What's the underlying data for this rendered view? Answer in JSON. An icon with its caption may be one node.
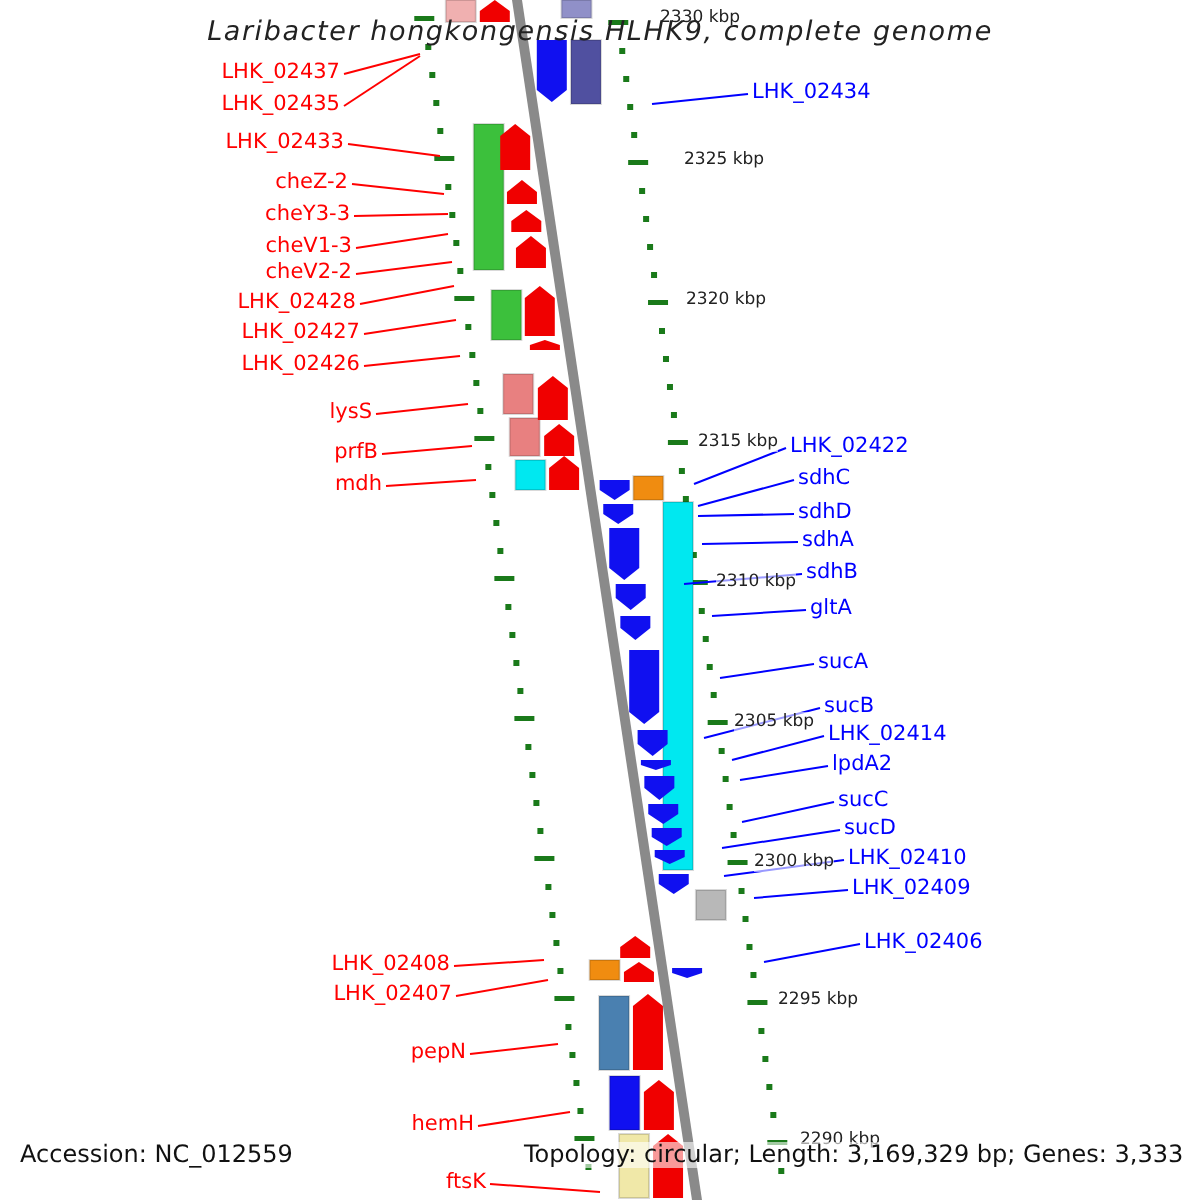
{
  "diagram": {
    "title": "Laribacter hongkongensis HLHK9, complete genome",
    "nodes": [
      {
        "text": [
          "LHK_02437"
        ]
      },
      {
        "text": [
          "LHK_02435"
        ]
      },
      {
        "text": [
          "LHK_02433"
        ]
      },
      {
        "text": [
          "cheZ-2"
        ]
      },
      {
        "text": [
          "cheY3-3"
        ]
      },
      {
        "text": [
          "cheV1-3"
        ]
      },
      {
        "text": [
          "cheV2-2"
        ]
      },
      {
        "text": [
          "LHK_02428"
        ]
      },
      {
        "text": [
          "LHK_02427"
        ]
      },
      {
        "text": [
          "LHK_02426"
        ]
      },
      {
        "text": [
          "lysS"
        ]
      },
      {
        "text": [
          "prfB"
        ]
      },
      {
        "text": [
          "mdh"
        ]
      },
      {
        "text": [
          "LHK_02408"
        ]
      },
      {
        "text": [
          "LHK_02407"
        ]
      },
      {
        "text": [
          "pepN"
        ]
      },
      {
        "text": [
          "hemH"
        ]
      },
      {
        "text": [
          "ftsK"
        ]
      },
      {
        "text": [
          "LHK_02434"
        ]
      },
      {
        "text": [
          "LHK_02422"
        ]
      },
      {
        "text": [
          "sdhC"
        ]
      },
      {
        "text": [
          "sdhD"
        ]
      },
      {
        "text": [
          "sdhA"
        ]
      },
      {
        "text": [
          "sdhB"
        ]
      },
      {
        "text": [
          "gltA"
        ]
      },
      {
        "text": [
          "sucA"
        ]
      },
      {
        "text": [
          "sucB"
        ]
      },
      {
        "text": [
          "LHK_02414"
        ]
      },
      {
        "text": [
          "lpdA2"
        ]
      },
      {
        "text": [
          "sucC"
        ]
      },
      {
        "text": [
          "sucD"
        ]
      },
      {
        "text": [
          "LHK_02410"
        ]
      },
      {
        "text": [
          "LHK_02409"
        ]
      },
      {
        "text": [
          "LHK_02406"
        ]
      }
    ],
    "edges": [
      {
        "from": 0,
        "to": null,
        "arrow": "none"
      },
      {
        "from": 1,
        "to": null,
        "arrow": "none"
      },
      {
        "from": 2,
        "to": null,
        "arrow": "none"
      },
      {
        "from": 3,
        "to": null,
        "arrow": "none"
      },
      {
        "from": 4,
        "to": null,
        "arrow": "none"
      },
      {
        "from": 5,
        "to": null,
        "arrow": "none"
      },
      {
        "from": 6,
        "to": null,
        "arrow": "none"
      },
      {
        "from": 7,
        "to": null,
        "arrow": "none"
      },
      {
        "from": 8,
        "to": null,
        "arrow": "none"
      },
      {
        "from": 9,
        "to": null,
        "arrow": "none"
      },
      {
        "from": 10,
        "to": null,
        "arrow": "none"
      },
      {
        "from": 11,
        "to": null,
        "arrow": "none"
      },
      {
        "from": 12,
        "to": null,
        "arrow": "none"
      },
      {
        "from": 13,
        "to": null,
        "arrow": "none"
      },
      {
        "from": 14,
        "to": null,
        "arrow": "none"
      },
      {
        "from": 15,
        "to": null,
        "arrow": "none"
      },
      {
        "from": 16,
        "to": null,
        "arrow": "none"
      },
      {
        "from": 17,
        "to": null,
        "arrow": "none"
      },
      {
        "from": 18,
        "to": null,
        "arrow": "none",
        "color": "#0000ff"
      },
      {
        "from": 19,
        "to": null,
        "arrow": "none",
        "color": "#0000ff"
      },
      {
        "from": 20,
        "to": null,
        "arrow": "none",
        "color": "#0000ff"
      },
      {
        "from": 21,
        "to": null,
        "arrow": "none",
        "color": "#0000ff"
      },
      {
        "from": 22,
        "to": null,
        "arrow": "none",
        "color": "#0000ff"
      },
      {
        "from": 23,
        "to": null,
        "arrow": "none",
        "color": "#0000ff"
      },
      {
        "from": 24,
        "to": null,
        "arrow": "none",
        "color": "#0000ff"
      },
      {
        "from": 25,
        "to": null,
        "arrow": "none",
        "color": "#0000ff"
      },
      {
        "from": 26,
        "to": null,
        "arrow": "none",
        "color": "#0000ff"
      },
      {
        "from": 27,
        "to": null,
        "arrow": "none",
        "color": "#0000ff"
      },
      {
        "from": 28,
        "to": null,
        "arrow": "none",
        "color": "#0000ff"
      },
      {
        "from": 29,
        "to": null,
        "arrow": "none",
        "color": "#0000ff"
      },
      {
        "from": 30,
        "to": null,
        "arrow": "none",
        "color": "#0000ff"
      },
      {
        "from": 31,
        "to": null,
        "arrow": "none",
        "color": "#0000ff"
      },
      {
        "from": 32,
        "to": null,
        "arrow": "none",
        "color": "#0000ff"
      },
      {
        "from": 33,
        "to": null,
        "arrow": "none",
        "color": "#0000ff"
      }
    ],
    "labels": [
      "2330 kbp",
      "2325 kbp",
      "2320 kbp",
      "2315 kbp",
      "2310 kbp",
      "2305 kbp",
      "2300 kbp",
      "2295 kbp",
      "2290 kbp",
      "Accession: NC_012559",
      "Topology: circular; Length: 3,169,329 bp; Genes: 3,333"
    ]
  }
}
